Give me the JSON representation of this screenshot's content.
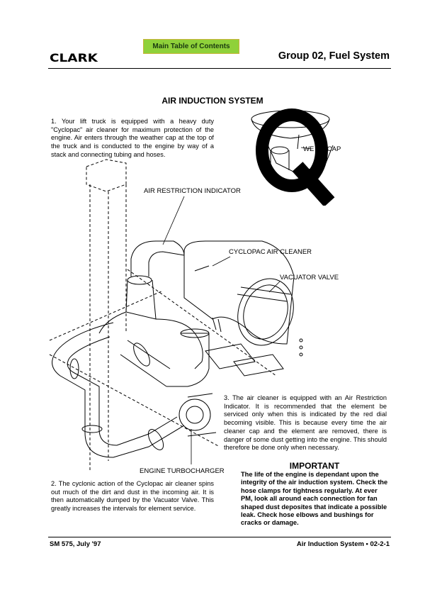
{
  "header": {
    "toc_button": "Main Table of Contents",
    "logo": "CLARK",
    "group_title": "Group 02, Fuel System"
  },
  "section_title": "AIR INDUCTION SYSTEM",
  "paragraphs": {
    "p1": "1.  Your lift truck is equipped with a heavy duty \"Cyclopac\" air cleaner for maximum protection of the engine. Air enters through the weather cap at the top of the truck and is conducted to the engine by way of a stack and connecting tubing and hoses.",
    "p2": "2.  The cyclonic action of the Cyclopac air cleaner spins out much of the dirt and dust in the incoming air. It is then automatically dumped by the Vacuator Valve. This greatly increases the intervals for element service.",
    "p3": "3.  The air cleaner is equipped with an Air Restriction Indicator.  It is recommended that the element be serviced only when this is indicated by the red dial becoming visible.  This is because every time the air cleaner cap and the element are removed, there is danger of some dust getting into the engine.  This should therefore be done only when necessary."
  },
  "important": {
    "heading": "IMPORTANT",
    "text": "The life of the engine is dependant upon the integrity of the air induction system. Check the hose clamps for tightness regularly. At ever PM, look all around each connection for fan shaped dust deposites that indicate a possible leak. Check hose elbows and bushings for cracks or damage."
  },
  "diagram_labels": {
    "weather_cap": "WE      ER CAP",
    "air_restriction_indicator": "AIR RESTRICTION INDICATOR",
    "cyclopac_air_cleaner": "CYCLOPAC AIR CLEANER",
    "vacuator_valve": "VACUATOR VALVE",
    "engine_turbocharger": "ENGINE TURBOCHARGER"
  },
  "watermark_letter": "Q",
  "footer": {
    "left": "SM 575, July '97",
    "right": "Air Induction System  •  02-2-1"
  }
}
